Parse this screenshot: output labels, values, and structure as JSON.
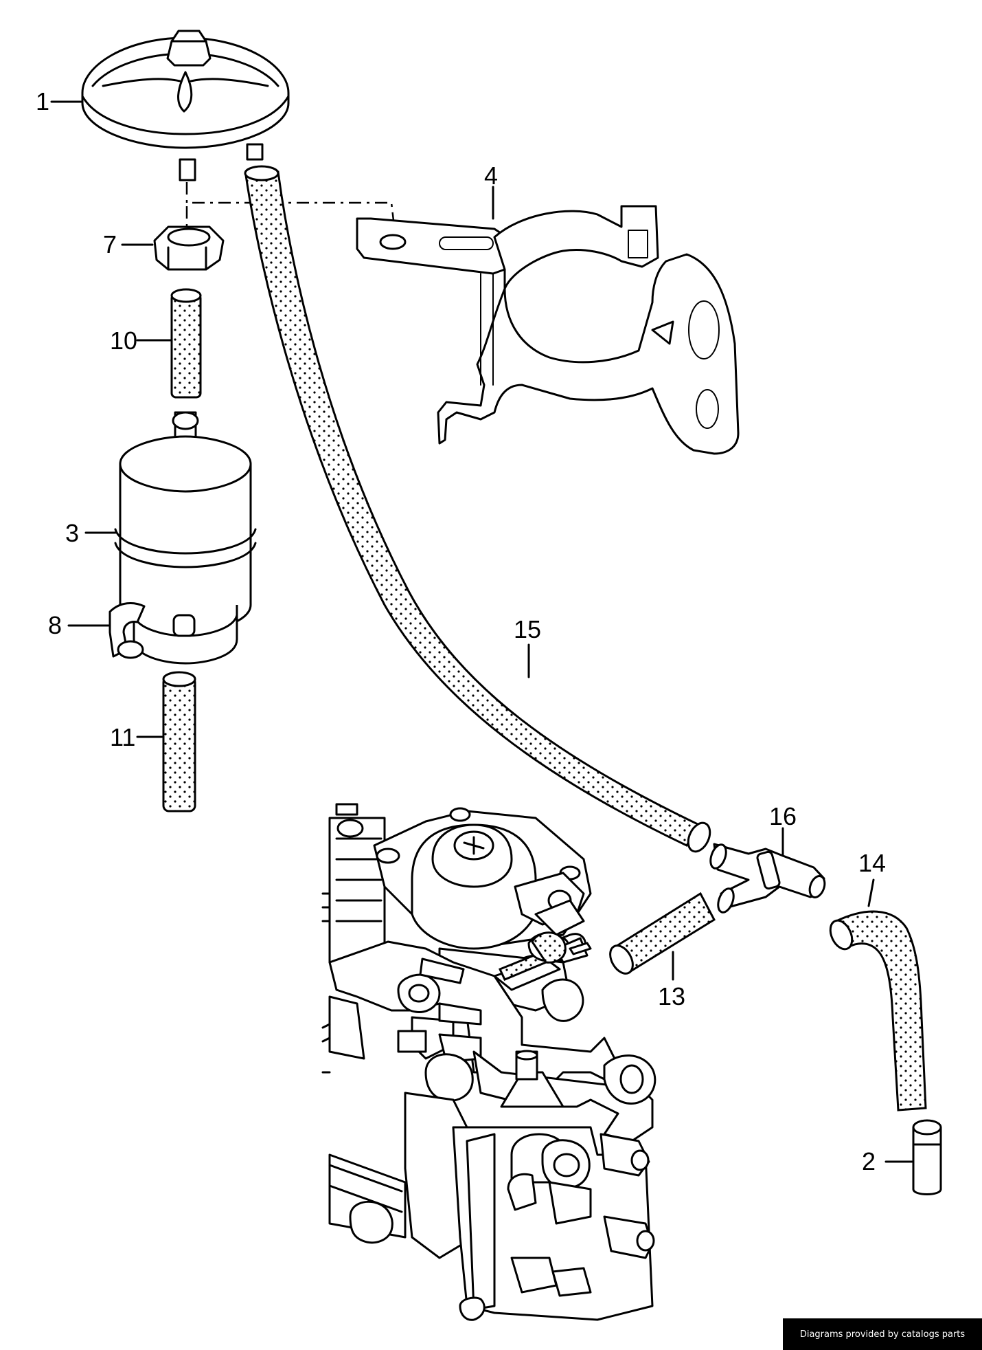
{
  "labels": {
    "p1": "1",
    "p2": "2",
    "p3": "3",
    "p4": "4",
    "p7": "7",
    "p8": "8",
    "p10": "10",
    "p11": "11",
    "p13": "13",
    "p14": "14",
    "p15": "15",
    "p16": "16"
  },
  "credit": "Diagrams provided by catalogs parts"
}
